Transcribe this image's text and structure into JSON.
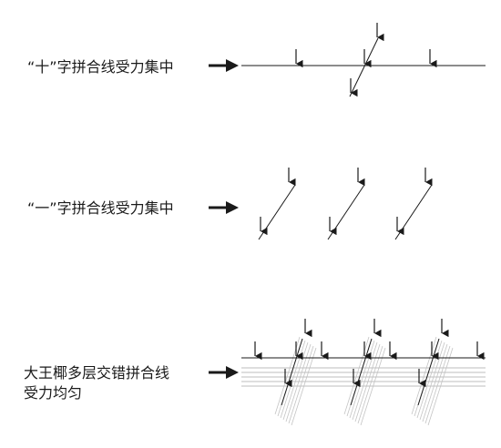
{
  "sections": [
    {
      "label": "“十”字拼合线受力集中"
    },
    {
      "label": "“一”字拼合线受力集中"
    },
    {
      "label": [
        "大王椰多层交错拼合线",
        "受力均匀"
      ]
    }
  ]
}
